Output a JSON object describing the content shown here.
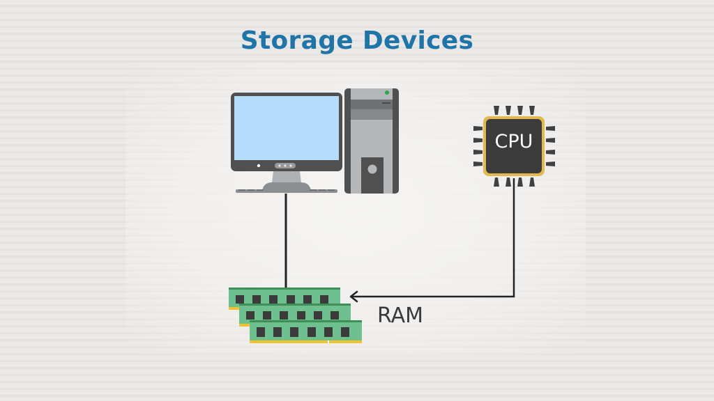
{
  "title": "Storage Devices",
  "nodes": {
    "computer": {
      "icon": "desktop-computer-icon"
    },
    "tower": {
      "icon": "computer-tower-icon"
    },
    "cpu": {
      "label": "CPU",
      "icon": "cpu-chip-icon"
    },
    "ram": {
      "label": "RAM",
      "icon": "ram-modules-icon"
    }
  },
  "edges": [
    {
      "from": "computer",
      "to": "ram",
      "style": "line"
    },
    {
      "from": "cpu",
      "to": "ram",
      "style": "arrow"
    }
  ],
  "colors": {
    "title": "#1f74a8",
    "screen": "#b3ddfa",
    "device_dark": "#505050",
    "device_light": "#b5b8bb",
    "cpu_border": "#e3b94f",
    "ram_green": "#6fc08f",
    "ram_gold": "#f2c230",
    "tower_led": "#2ea44f"
  }
}
